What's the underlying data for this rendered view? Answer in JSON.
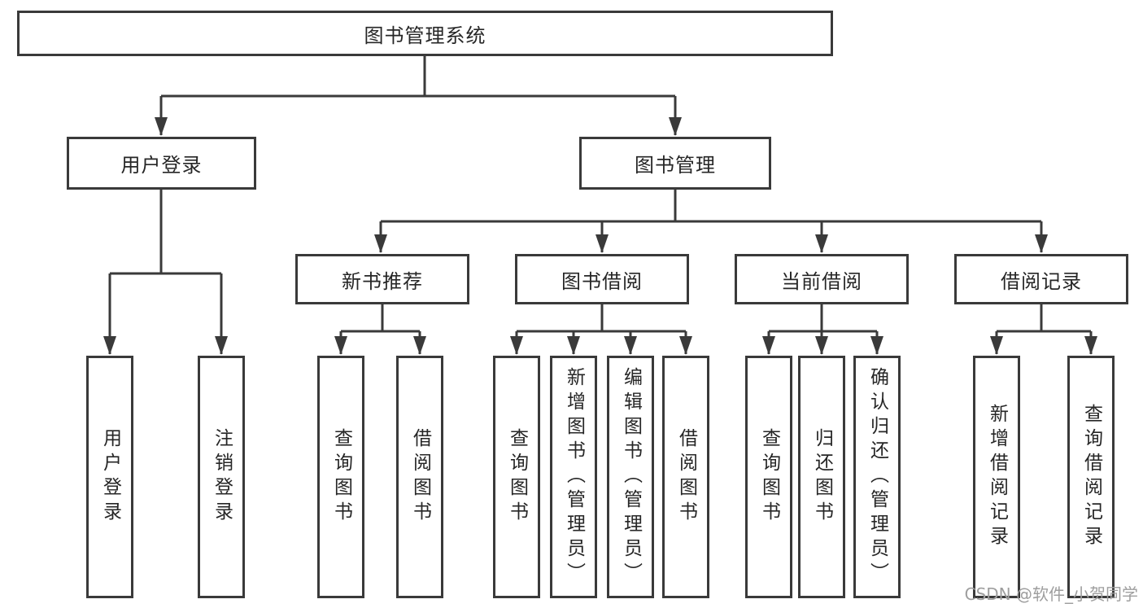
{
  "tree": {
    "root": {
      "label": "图书管理系统"
    },
    "branches": [
      {
        "label": "用户登录",
        "children": [
          {
            "label": "用户登录"
          },
          {
            "label": "注销登录"
          }
        ]
      },
      {
        "label": "图书管理",
        "sections": [
          {
            "label": "新书推荐",
            "children": [
              {
                "label": "查询图书"
              },
              {
                "label": "借阅图书"
              }
            ]
          },
          {
            "label": "图书借阅",
            "children": [
              {
                "label": "查询图书"
              },
              {
                "label": "新增图书（管理员）"
              },
              {
                "label": "编辑图书（管理员）"
              },
              {
                "label": "借阅图书"
              }
            ]
          },
          {
            "label": "当前借阅",
            "children": [
              {
                "label": "查询图书"
              },
              {
                "label": "归还图书"
              },
              {
                "label": "确认归还（管理员）"
              }
            ]
          },
          {
            "label": "借阅记录",
            "children": [
              {
                "label": "新增借阅记录"
              },
              {
                "label": "查询借阅记录"
              }
            ]
          }
        ]
      }
    ]
  },
  "watermark": {
    "text": "CSDN @软件_小贺同学"
  },
  "colors": {
    "line": "#3a3a3a",
    "box_border": "#3a3a3a",
    "text": "#262626",
    "watermark": "#9e9e9e",
    "background": "#ffffff"
  }
}
